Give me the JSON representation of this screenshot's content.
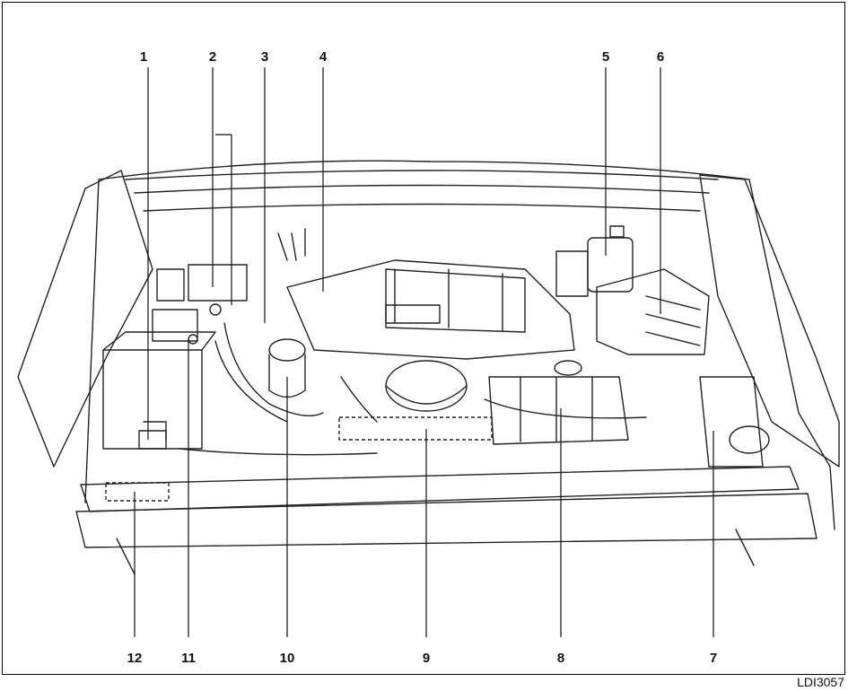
{
  "figure": {
    "code": "LDI3057",
    "callouts": {
      "c1": "1",
      "c2": "2",
      "c3": "3",
      "c4": "4",
      "c5": "5",
      "c6": "6",
      "c7": "7",
      "c8": "8",
      "c9": "9",
      "c10": "10",
      "c11": "11",
      "c12": "12"
    }
  }
}
